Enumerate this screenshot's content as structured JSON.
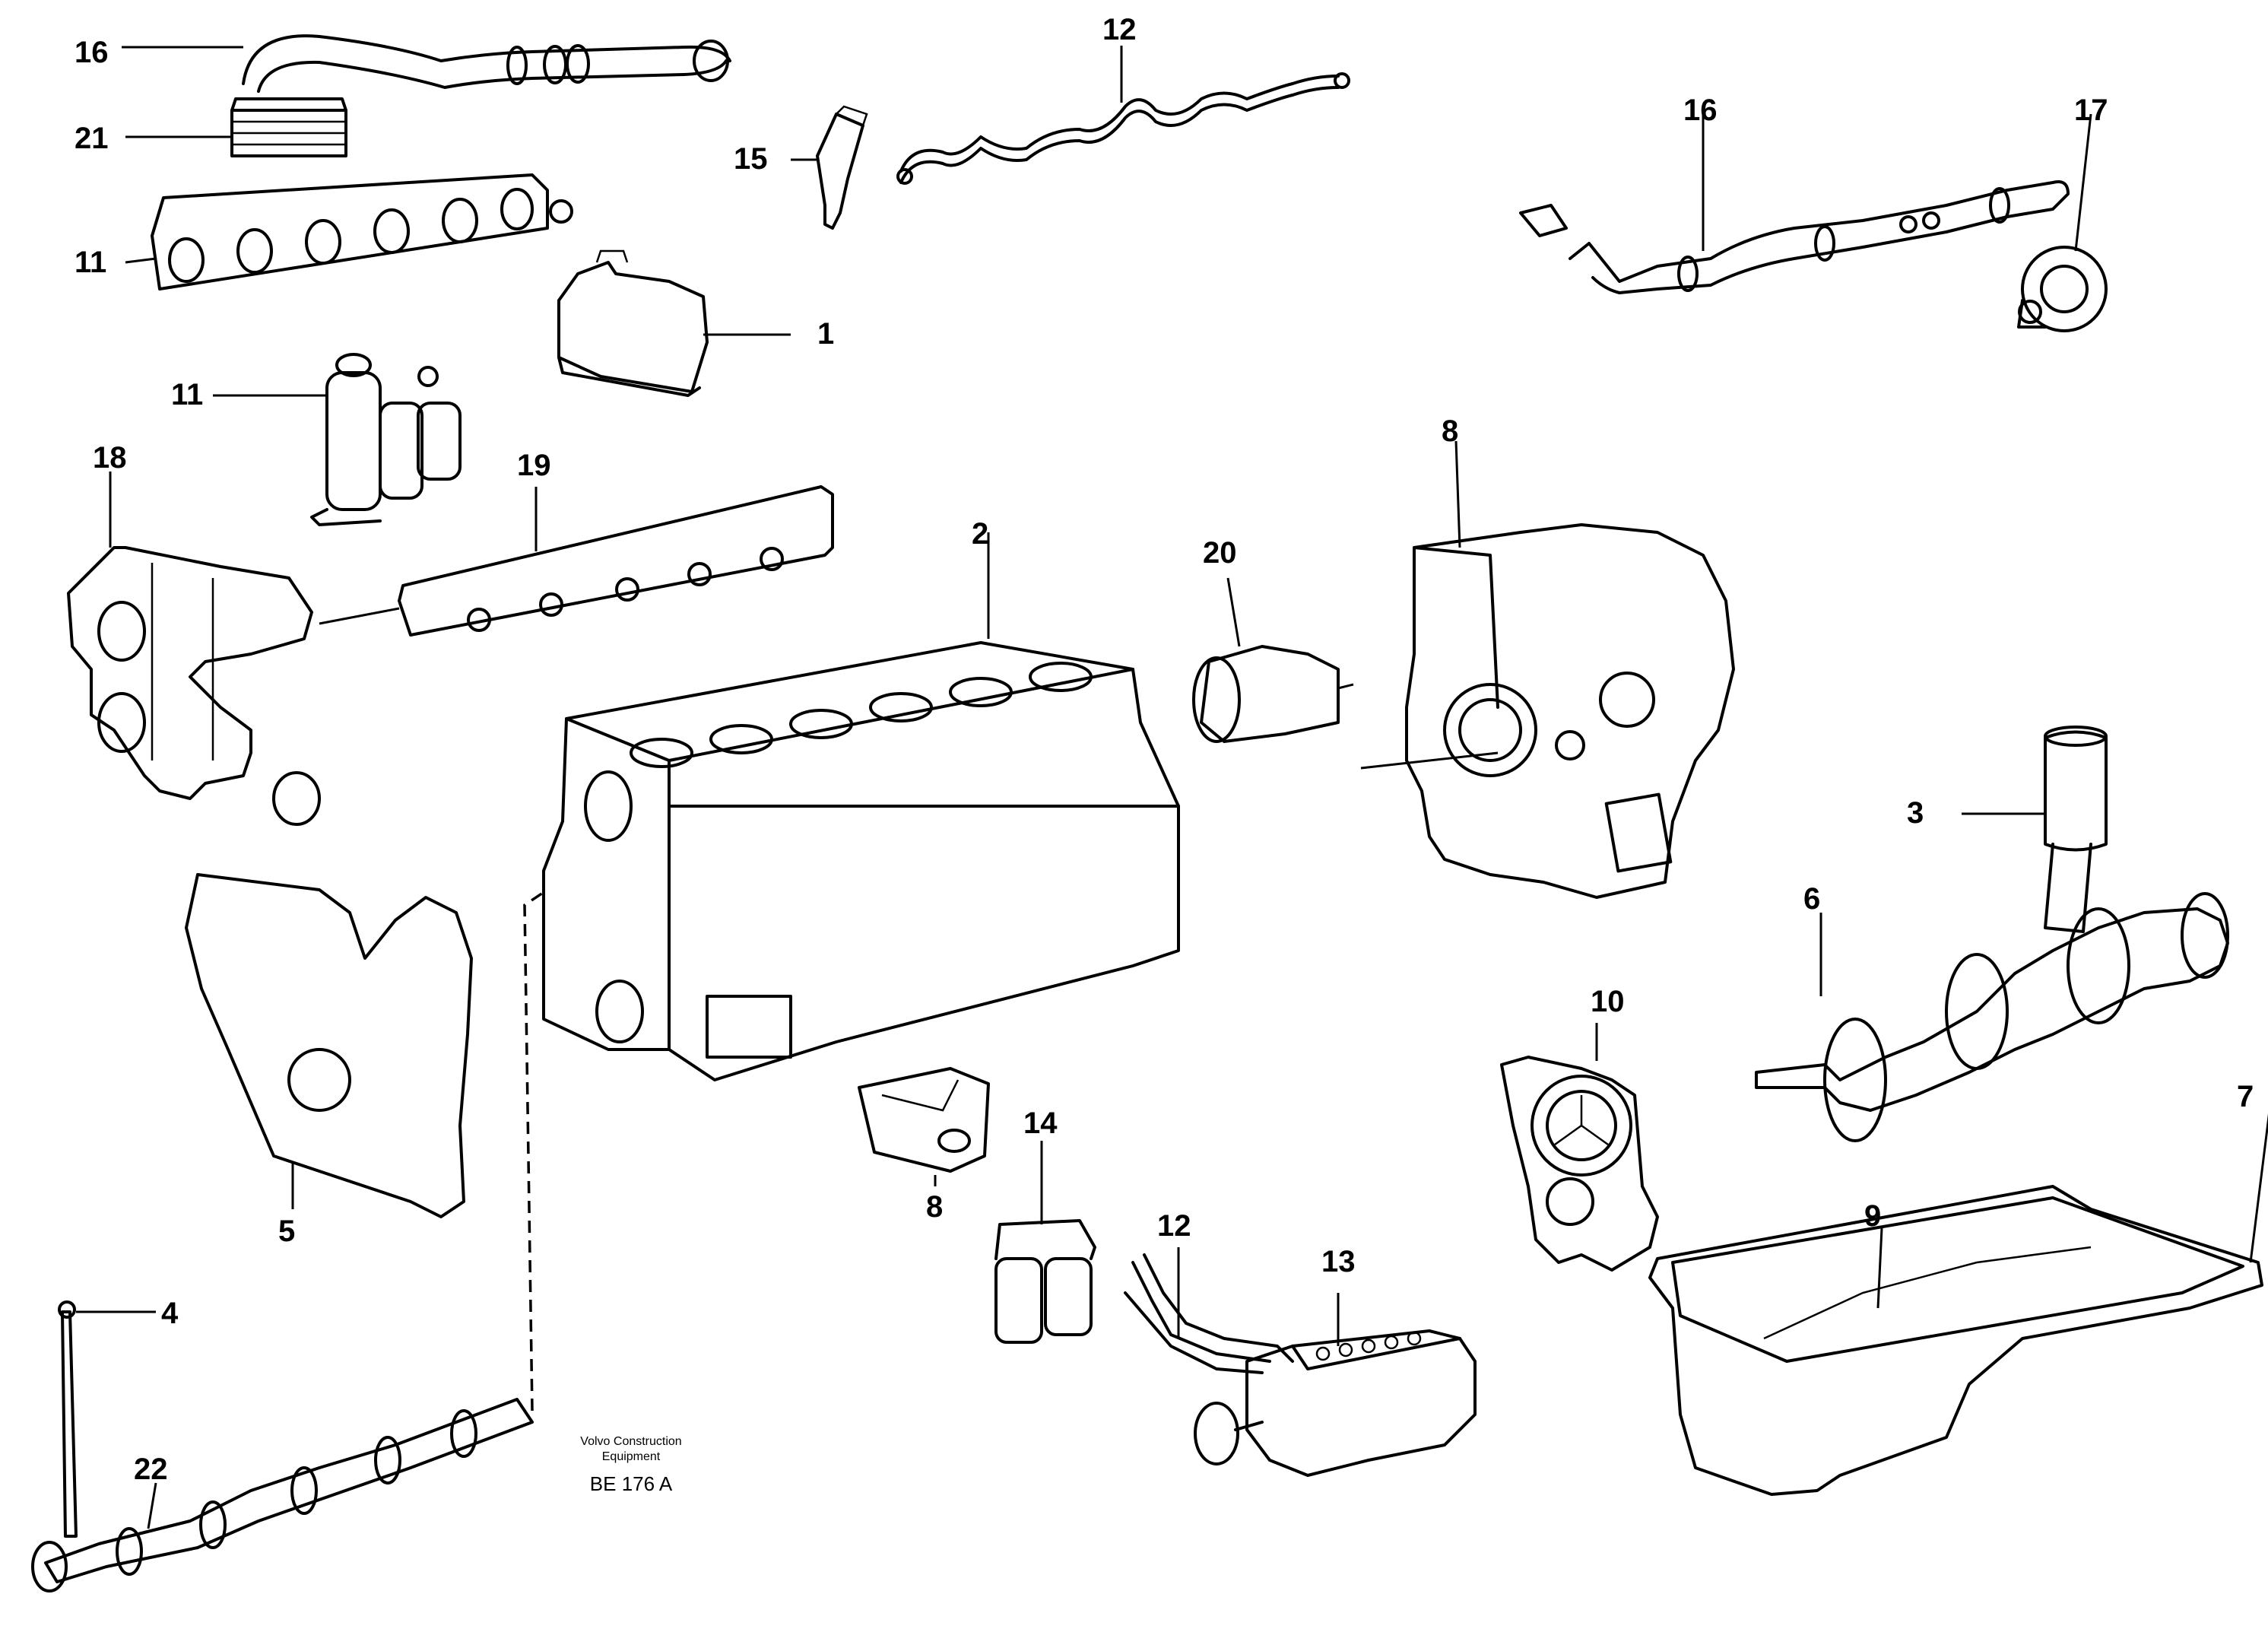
{
  "callouts": {
    "c16a": "16",
    "c21": "21",
    "c11a": "11",
    "c12a": "12",
    "c15": "15",
    "c16b": "16",
    "c17": "17",
    "c1": "1",
    "c11b": "11",
    "c18": "18",
    "c19": "19",
    "c2": "2",
    "c20": "20",
    "c8a": "8",
    "c3": "3",
    "c6": "6",
    "c10": "10",
    "c5": "5",
    "c8b": "8",
    "c14": "14",
    "c12b": "12",
    "c13": "13",
    "c7": "7",
    "c9": "9",
    "c4": "4",
    "c22": "22"
  },
  "footer": {
    "publisher_line1": "Volvo Construction",
    "publisher_line2": "Equipment",
    "drawing_code": "BE 176 A"
  }
}
